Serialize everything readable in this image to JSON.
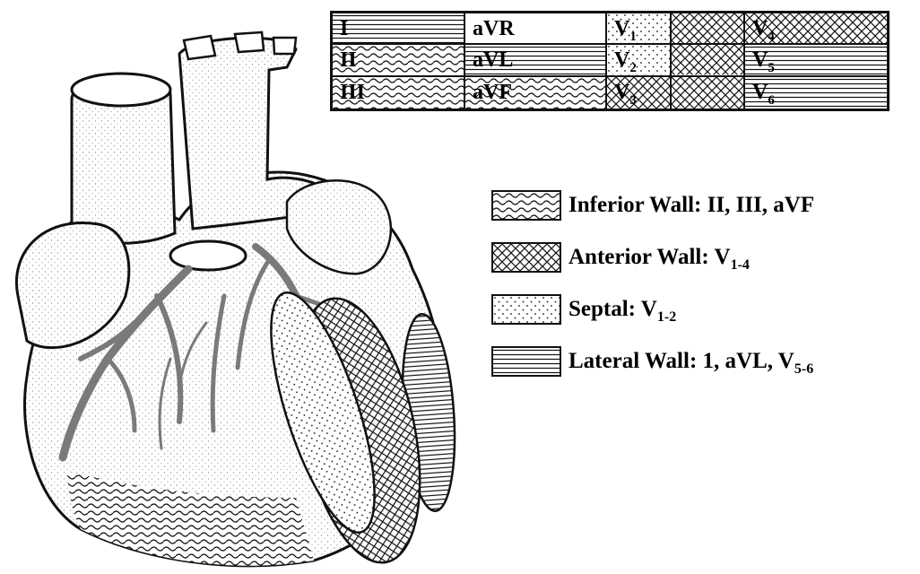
{
  "lead_table": {
    "rows": [
      [
        {
          "text": "I",
          "sub": "",
          "pattern": "horiz"
        },
        {
          "text": "aVR",
          "sub": "",
          "pattern": "none"
        },
        {
          "text": "V",
          "sub": "1",
          "pattern": "dots"
        },
        {
          "text": "",
          "sub": "",
          "pattern": "cross"
        },
        {
          "text": "V",
          "sub": "4",
          "pattern": "cross"
        }
      ],
      [
        {
          "text": "II",
          "sub": "",
          "pattern": "wavy"
        },
        {
          "text": "aVL",
          "sub": "",
          "pattern": "horiz"
        },
        {
          "text": "V",
          "sub": "2",
          "pattern": "dots"
        },
        {
          "text": "",
          "sub": "",
          "pattern": "cross"
        },
        {
          "text": "V",
          "sub": "5",
          "pattern": "horiz"
        }
      ],
      [
        {
          "text": "III",
          "sub": "",
          "pattern": "wavy"
        },
        {
          "text": "aVF",
          "sub": "",
          "pattern": "wavy"
        },
        {
          "text": "V",
          "sub": "3",
          "pattern": "cross"
        },
        {
          "text": "",
          "sub": "",
          "pattern": "cross"
        },
        {
          "text": "V",
          "sub": "6",
          "pattern": "horiz"
        }
      ]
    ]
  },
  "legend": [
    {
      "main": "Inferior Wall: II, III, aVF",
      "sub": "",
      "pattern": "wavy"
    },
    {
      "main": "Anterior Wall: V",
      "sub": "1-4",
      "pattern": "cross"
    },
    {
      "main": "Septal: V",
      "sub": "1-2",
      "pattern": "dots"
    },
    {
      "main": "Lateral Wall: 1, aVL, V",
      "sub": "5-6",
      "pattern": "horiz"
    }
  ],
  "colors": {
    "ink": "#111111",
    "vessel": "#7a7a7a",
    "shade": "#cfcfcf",
    "paper": "#ffffff"
  }
}
